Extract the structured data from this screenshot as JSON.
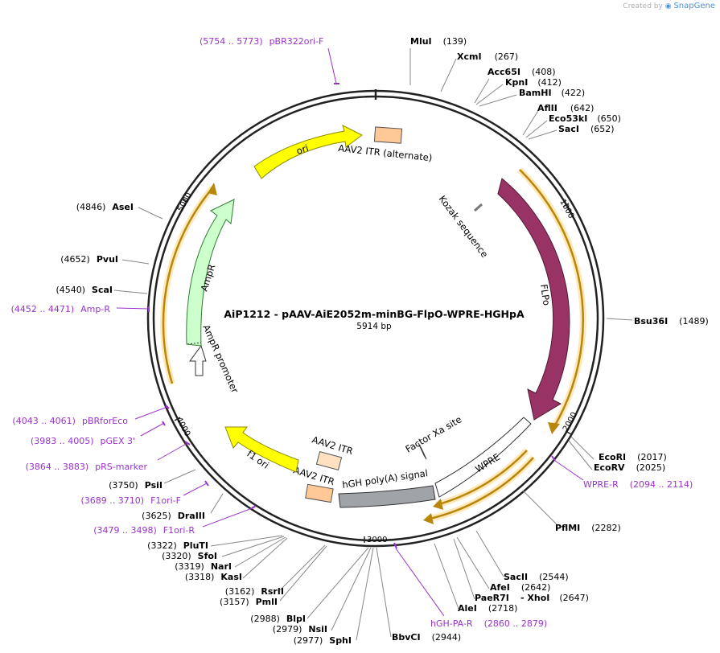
{
  "credit": {
    "prefix": "Created by",
    "brand": "SnapGene"
  },
  "plasmid": {
    "name": "AiP1212 - pAAV-AiE2052m-minBG-FlpO-WPRE-HGHpA",
    "length_label": "5914 bp"
  },
  "ticks": [
    "1000",
    "2000",
    "3000",
    "4000",
    "5000"
  ],
  "features": [
    {
      "label": "ori",
      "color": "#ffff00"
    },
    {
      "label": "AAV2 ITR (alternate)",
      "color": "#ffc896"
    },
    {
      "label": "Kozak sequence",
      "color": "#999999"
    },
    {
      "label": "FLPo",
      "color": "#993366"
    },
    {
      "label": "Factor Xa site",
      "color": "#ff9999"
    },
    {
      "label": "WPRE",
      "color": "#ffffff"
    },
    {
      "label": "hGH poly(A) signal",
      "color": "#a0a4a8"
    },
    {
      "label": "AAV2 ITR",
      "color": "#ffe0c0"
    },
    {
      "label": "AAV2 ITR",
      "color": "#ffc896"
    },
    {
      "label": "f1 ori",
      "color": "#ffff00"
    },
    {
      "label": "AmpR promoter",
      "color": "#ffffff"
    },
    {
      "label": "AmpR",
      "color": "#ccffcc"
    }
  ],
  "enzymes": [
    {
      "name": "MluI",
      "pos": "(139)"
    },
    {
      "name": "XcmI",
      "pos": "(267)"
    },
    {
      "name": "Acc65I",
      "pos": "(408)"
    },
    {
      "name": "KpnI",
      "pos": "(412)"
    },
    {
      "name": "BamHI",
      "pos": "(422)"
    },
    {
      "name": "AflII",
      "pos": "(642)"
    },
    {
      "name": "Eco53kI",
      "pos": "(650)"
    },
    {
      "name": "SacI",
      "pos": "(652)"
    },
    {
      "name": "Bsu36I",
      "pos": "(1489)"
    },
    {
      "name": "EcoRI",
      "pos": "(2017)"
    },
    {
      "name": "EcoRV",
      "pos": "(2025)"
    },
    {
      "name": "PflMI",
      "pos": "(2282)"
    },
    {
      "name": "SacII",
      "pos": "(2544)"
    },
    {
      "name": "AfeI",
      "pos": "(2642)"
    },
    {
      "name": "PaeR7I",
      "pos": ""
    },
    {
      "name": "- XhoI",
      "pos": "(2647)"
    },
    {
      "name": "AleI",
      "pos": "(2718)"
    },
    {
      "name": "BbvCI",
      "pos": "(2944)"
    },
    {
      "name": "SphI",
      "pos": "(2977)"
    },
    {
      "name": "NsiI",
      "pos": "(2979)"
    },
    {
      "name": "BlpI",
      "pos": "(2988)"
    },
    {
      "name": "PmlI",
      "pos": "(3157)"
    },
    {
      "name": "RsrII",
      "pos": "(3162)"
    },
    {
      "name": "KasI",
      "pos": "(3318)"
    },
    {
      "name": "NarI",
      "pos": "(3319)"
    },
    {
      "name": "SfoI",
      "pos": "(3320)"
    },
    {
      "name": "PluTI",
      "pos": "(3322)"
    },
    {
      "name": "DraIII",
      "pos": "(3625)"
    },
    {
      "name": "PsiI",
      "pos": "(3750)"
    },
    {
      "name": "ScaI",
      "pos": "(4540)"
    },
    {
      "name": "PvuI",
      "pos": "(4652)"
    },
    {
      "name": "AseI",
      "pos": "(4846)"
    }
  ],
  "primers": [
    {
      "range": "(5754 .. 5773)",
      "name": "pBR322ori-F"
    },
    {
      "range": "(2094 .. 2114)",
      "name": "WPRE-R"
    },
    {
      "range": "(2860 .. 2879)",
      "name": "hGH-PA-R"
    },
    {
      "range": "(3479 .. 3498)",
      "name": "F1ori-R"
    },
    {
      "range": "(3689 .. 3710)",
      "name": "F1ori-F"
    },
    {
      "range": "(3864 .. 3883)",
      "name": "pRS-marker"
    },
    {
      "range": "(3983 .. 4005)",
      "name": "pGEX 3'"
    },
    {
      "range": "(4043 .. 4061)",
      "name": "pBRforEco"
    },
    {
      "range": "(4452 .. 4471)",
      "name": "Amp-R"
    }
  ]
}
